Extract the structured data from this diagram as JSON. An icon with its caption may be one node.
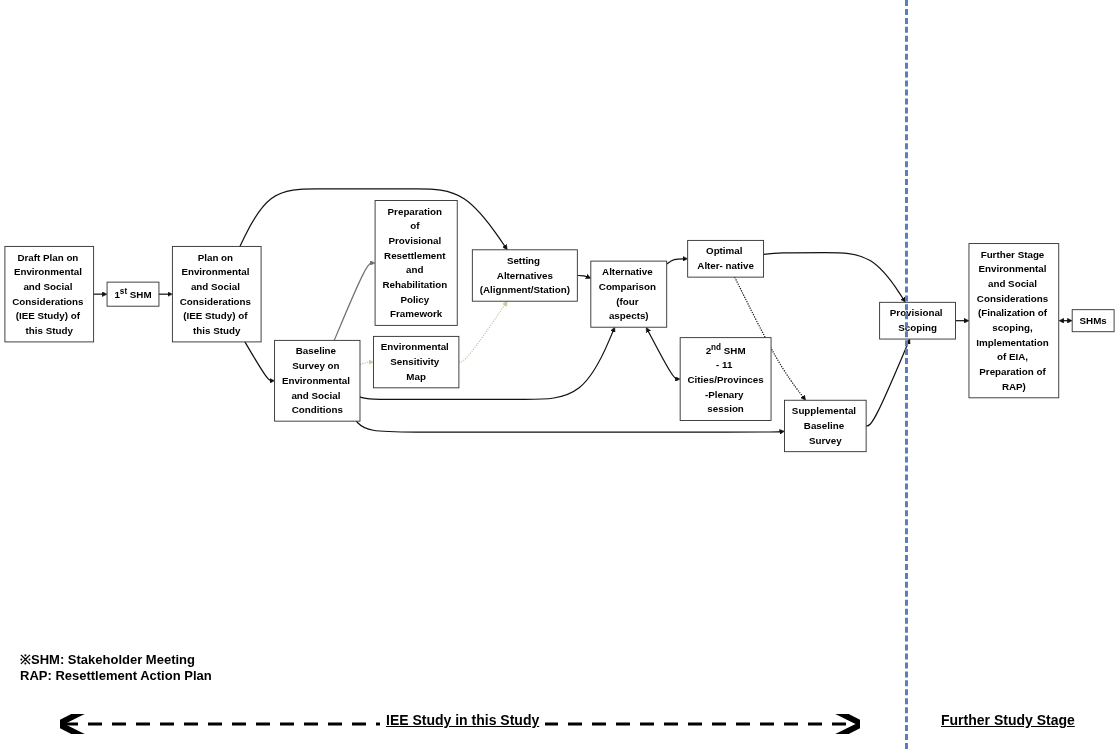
{
  "diagram": {
    "nodes": [
      {
        "text": [
          "Draft Plan on Environmental and Social Considerations (IEE Study) of this Study"
        ]
      },
      {
        "text": [
          "1$^{st}$ SHM"
        ]
      },
      {
        "text": [
          "Plan on Environmental and Social Considerations (IEE Study) of this Study"
        ]
      },
      {
        "text": [
          "Setting Alternatives",
          "(Alignment/Station)"
        ]
      },
      {
        "text": [
          "Alternative Comparison (four aspects)"
        ]
      },
      {
        "text": [
          "Optimal Alter- native"
        ]
      },
      {
        "text": [
          "Environmental Sensitivity Map"
        ]
      },
      {
        "text": [
          "2$^{nd}$ SHM",
          "- 11 Cities/Provinces",
          "-Plenary session"
        ]
      },
      {
        "text": [
          "Provisional Scoping"
        ]
      },
      {
        "text": [
          "Baseline Survey on Environmental and Social Conditions"
        ]
      },
      {
        "text": [
          "Supplemental Baseline Survey"
        ]
      },
      {
        "text": [
          "Preparation of Provisional Resettlement and Rehabilitation Policy Framework"
        ]
      },
      {
        "text": [
          "Further Stage Environmental and Social Considerations (Finalization of scoping, Implementation of EIA, Preparation of RAP)"
        ]
      },
      {
        "text": [
          "SHMs"
        ]
      }
    ],
    "edges": [
      {
        "from": 0,
        "to": 1,
        "arrow": "to"
      },
      {
        "from": 1,
        "to": 2,
        "arrow": "to"
      },
      {
        "from": 2,
        "to": 3,
        "arrow": "to"
      },
      {
        "from": 2,
        "to": 9,
        "arrow": "to"
      },
      {
        "from": 3,
        "to": 4,
        "arrow": "to"
      },
      {
        "from": 4,
        "to": 5,
        "arrow": "to"
      },
      {
        "from": 5,
        "to": 8,
        "arrow": "to"
      },
      {
        "from": 9,
        "to": 6,
        "arrow": "to",
        "style": "dashed",
        "color": "#c5cc9e"
      },
      {
        "from": 6,
        "to": 3,
        "arrow": "to",
        "style": "dashed",
        "color": "#c5cc9e"
      },
      {
        "from": 9,
        "to": 4,
        "arrow": "to"
      },
      {
        "from": 4,
        "to": 7,
        "arrow": "both"
      },
      {
        "from": 5,
        "to": 10,
        "arrow": "to",
        "style": "dashed"
      },
      {
        "from": 9,
        "to": 10,
        "arrow": "to"
      },
      {
        "from": 10,
        "to": 8,
        "arrow": "to"
      },
      {
        "from": 9,
        "to": 11,
        "arrow": "to",
        "color": "#707070"
      },
      {
        "from": 8,
        "to": 12,
        "arrow": "to"
      },
      {
        "from": 12,
        "to": 13,
        "arrow": "both"
      }
    ],
    "labels": [
      "※SHM: Stakeholder Meeting",
      "RAP: Resettlement Action Plan",
      "IEE Study in this Study",
      "Further Study Stage"
    ]
  }
}
